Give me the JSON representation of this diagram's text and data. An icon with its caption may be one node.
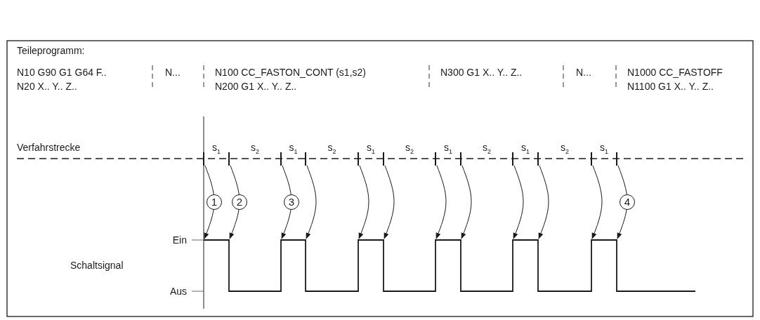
{
  "diagram": {
    "nodes": [
      {
        "text": [],
        "shape": "bar"
      },
      {
        "text": [],
        "shape": "bar"
      },
      {
        "text": [],
        "shape": "bar"
      },
      {
        "text": [],
        "shape": "bar"
      },
      {
        "text": [],
        "shape": "bar"
      },
      {
        "text": [],
        "shape": "bar"
      },
      {
        "text": [],
        "shape": "bar"
      },
      {
        "text": [],
        "shape": "bar"
      },
      {
        "text": [],
        "shape": "bar"
      },
      {
        "text": [],
        "shape": "bar"
      },
      {
        "text": [],
        "shape": "bar"
      },
      {
        "text": [],
        "shape": "bar"
      }
    ],
    "edges": [
      {
        "from": 0,
        "to": null,
        "arrow": "to",
        "label": "1"
      },
      {
        "from": 1,
        "to": null,
        "arrow": "to",
        "label": "2"
      },
      {
        "from": 2,
        "to": null,
        "arrow": "to",
        "label": "3"
      },
      {
        "from": 3,
        "to": null,
        "arrow": "to"
      },
      {
        "from": 4,
        "to": null,
        "arrow": "to"
      },
      {
        "from": 5,
        "to": null,
        "arrow": "to"
      },
      {
        "from": 6,
        "to": null,
        "arrow": "to"
      },
      {
        "from": 7,
        "to": null,
        "arrow": "to"
      },
      {
        "from": 8,
        "to": null,
        "arrow": "to"
      },
      {
        "from": 9,
        "to": null,
        "arrow": "to"
      },
      {
        "from": 10,
        "to": null,
        "arrow": "to"
      },
      {
        "from": 11,
        "to": null,
        "arrow": "to",
        "label": "4"
      }
    ],
    "labels": [
      "Teileprogramm:",
      "N10 G90 G1 G64 F..",
      "N20 X.. Y.. Z..",
      "N...",
      "N100 CC_FASTON_CONT (s1,s2)",
      "N200 G1 X.. Y.. Z..",
      "N300 G1 X.. Y.. Z..",
      "N...",
      "N1000 CC_FASTOFF",
      "N1100 G1 X.. Y.. Z..",
      "Verfahrstrecke",
      "s$_{1}$",
      "s$_{2}$",
      "s$_{1}$",
      "s$_{2}$",
      "s$_{1}$",
      "s$_{2}$",
      "s$_{1}$",
      "s$_{2}$",
      "s$_{1}$",
      "s$_{2}$",
      "s$_{1}$",
      "Ein",
      "Schaltsignal",
      "Aus"
    ]
  }
}
